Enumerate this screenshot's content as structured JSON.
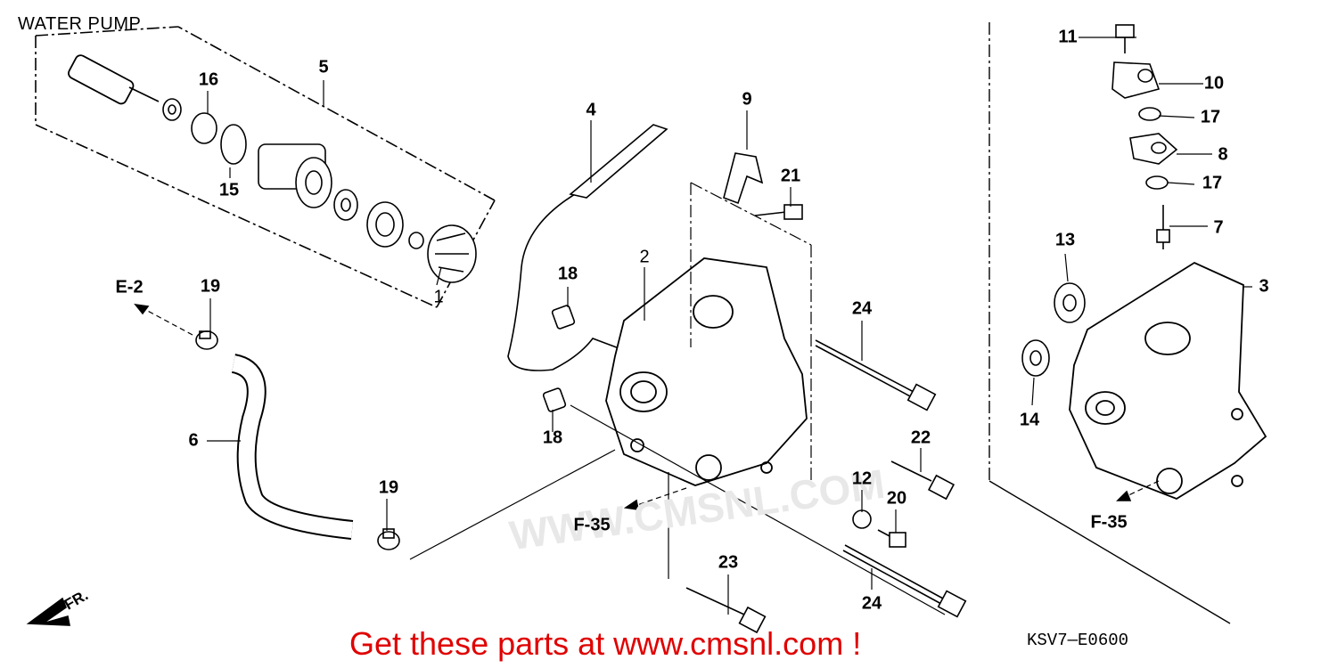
{
  "title": "WATER PUMP",
  "diagram_code": "KSV7—E0600",
  "promo_text": "Get these parts at www.cmsnl.com !",
  "watermark_text": "WWW.CMSNL.COM",
  "front_arrow_label": "FR.",
  "refs": {
    "e2": "E-2",
    "f35_left": "F-35",
    "f35_right": "F-35"
  },
  "callouts": {
    "c1": "1",
    "c2": "2",
    "c3": "3",
    "c4": "4",
    "c5": "5",
    "c6": "6",
    "c7": "7",
    "c8": "8",
    "c9": "9",
    "c10": "10",
    "c11": "11",
    "c12": "12",
    "c13": "13",
    "c14": "14",
    "c15": "15",
    "c16": "16",
    "c17a": "17",
    "c17b": "17",
    "c18a": "18",
    "c18b": "18",
    "c19a": "19",
    "c19b": "19",
    "c20": "20",
    "c21": "21",
    "c22": "22",
    "c23": "23",
    "c24a": "24",
    "c24b": "24"
  },
  "colors": {
    "promo": "#e00000",
    "line": "#000000",
    "watermark": "#e8e8e8"
  }
}
